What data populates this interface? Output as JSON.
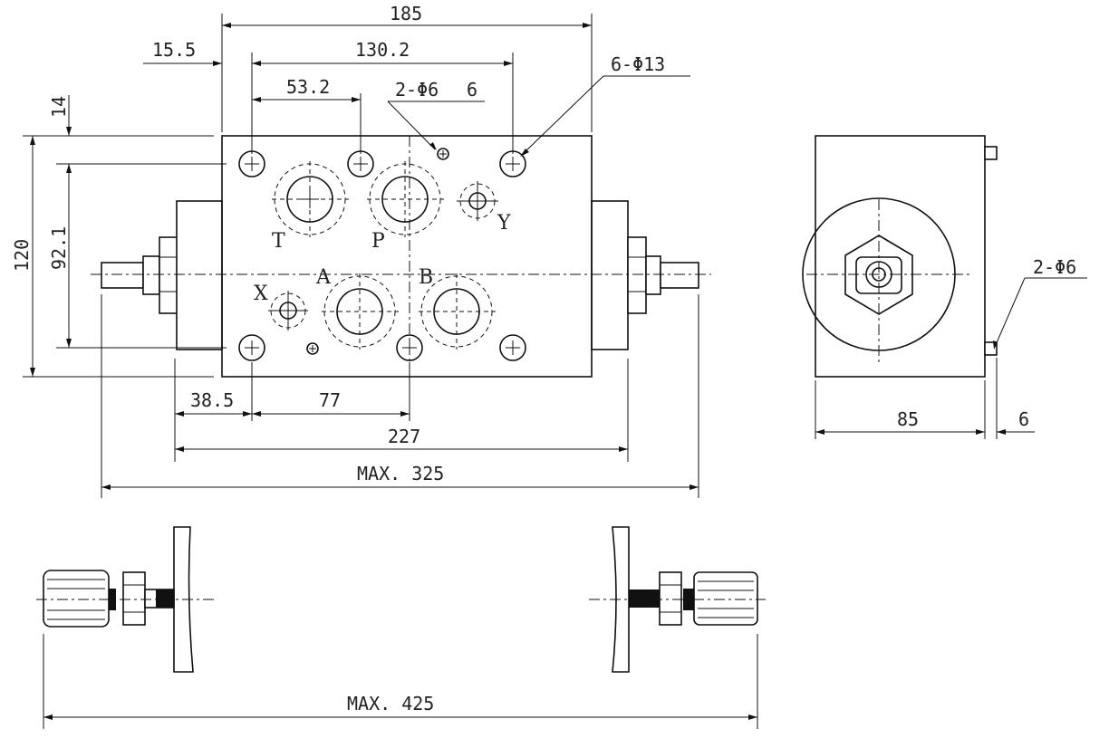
{
  "dimensions": {
    "overall_width": "185",
    "offset_left": "15.5",
    "hole_span": "130.2",
    "hole_offset": "53.2",
    "pin_holes": "2-Φ6",
    "pin_depth": "6",
    "mount_holes": "6-Φ13",
    "top_offset": "14",
    "height": "120",
    "hole_height": "92.1",
    "dist_a": "38.5",
    "dist_b": "77",
    "body_length": "227",
    "max_length": "MAX. 325",
    "side_width": "85",
    "side_pin_depth": "6",
    "side_pin_holes": "2-Φ6",
    "max_handwheel": "MAX. 425"
  },
  "ports": {
    "T": "T",
    "P": "P",
    "Y": "Y",
    "X": "X",
    "A": "A",
    "B": "B"
  }
}
